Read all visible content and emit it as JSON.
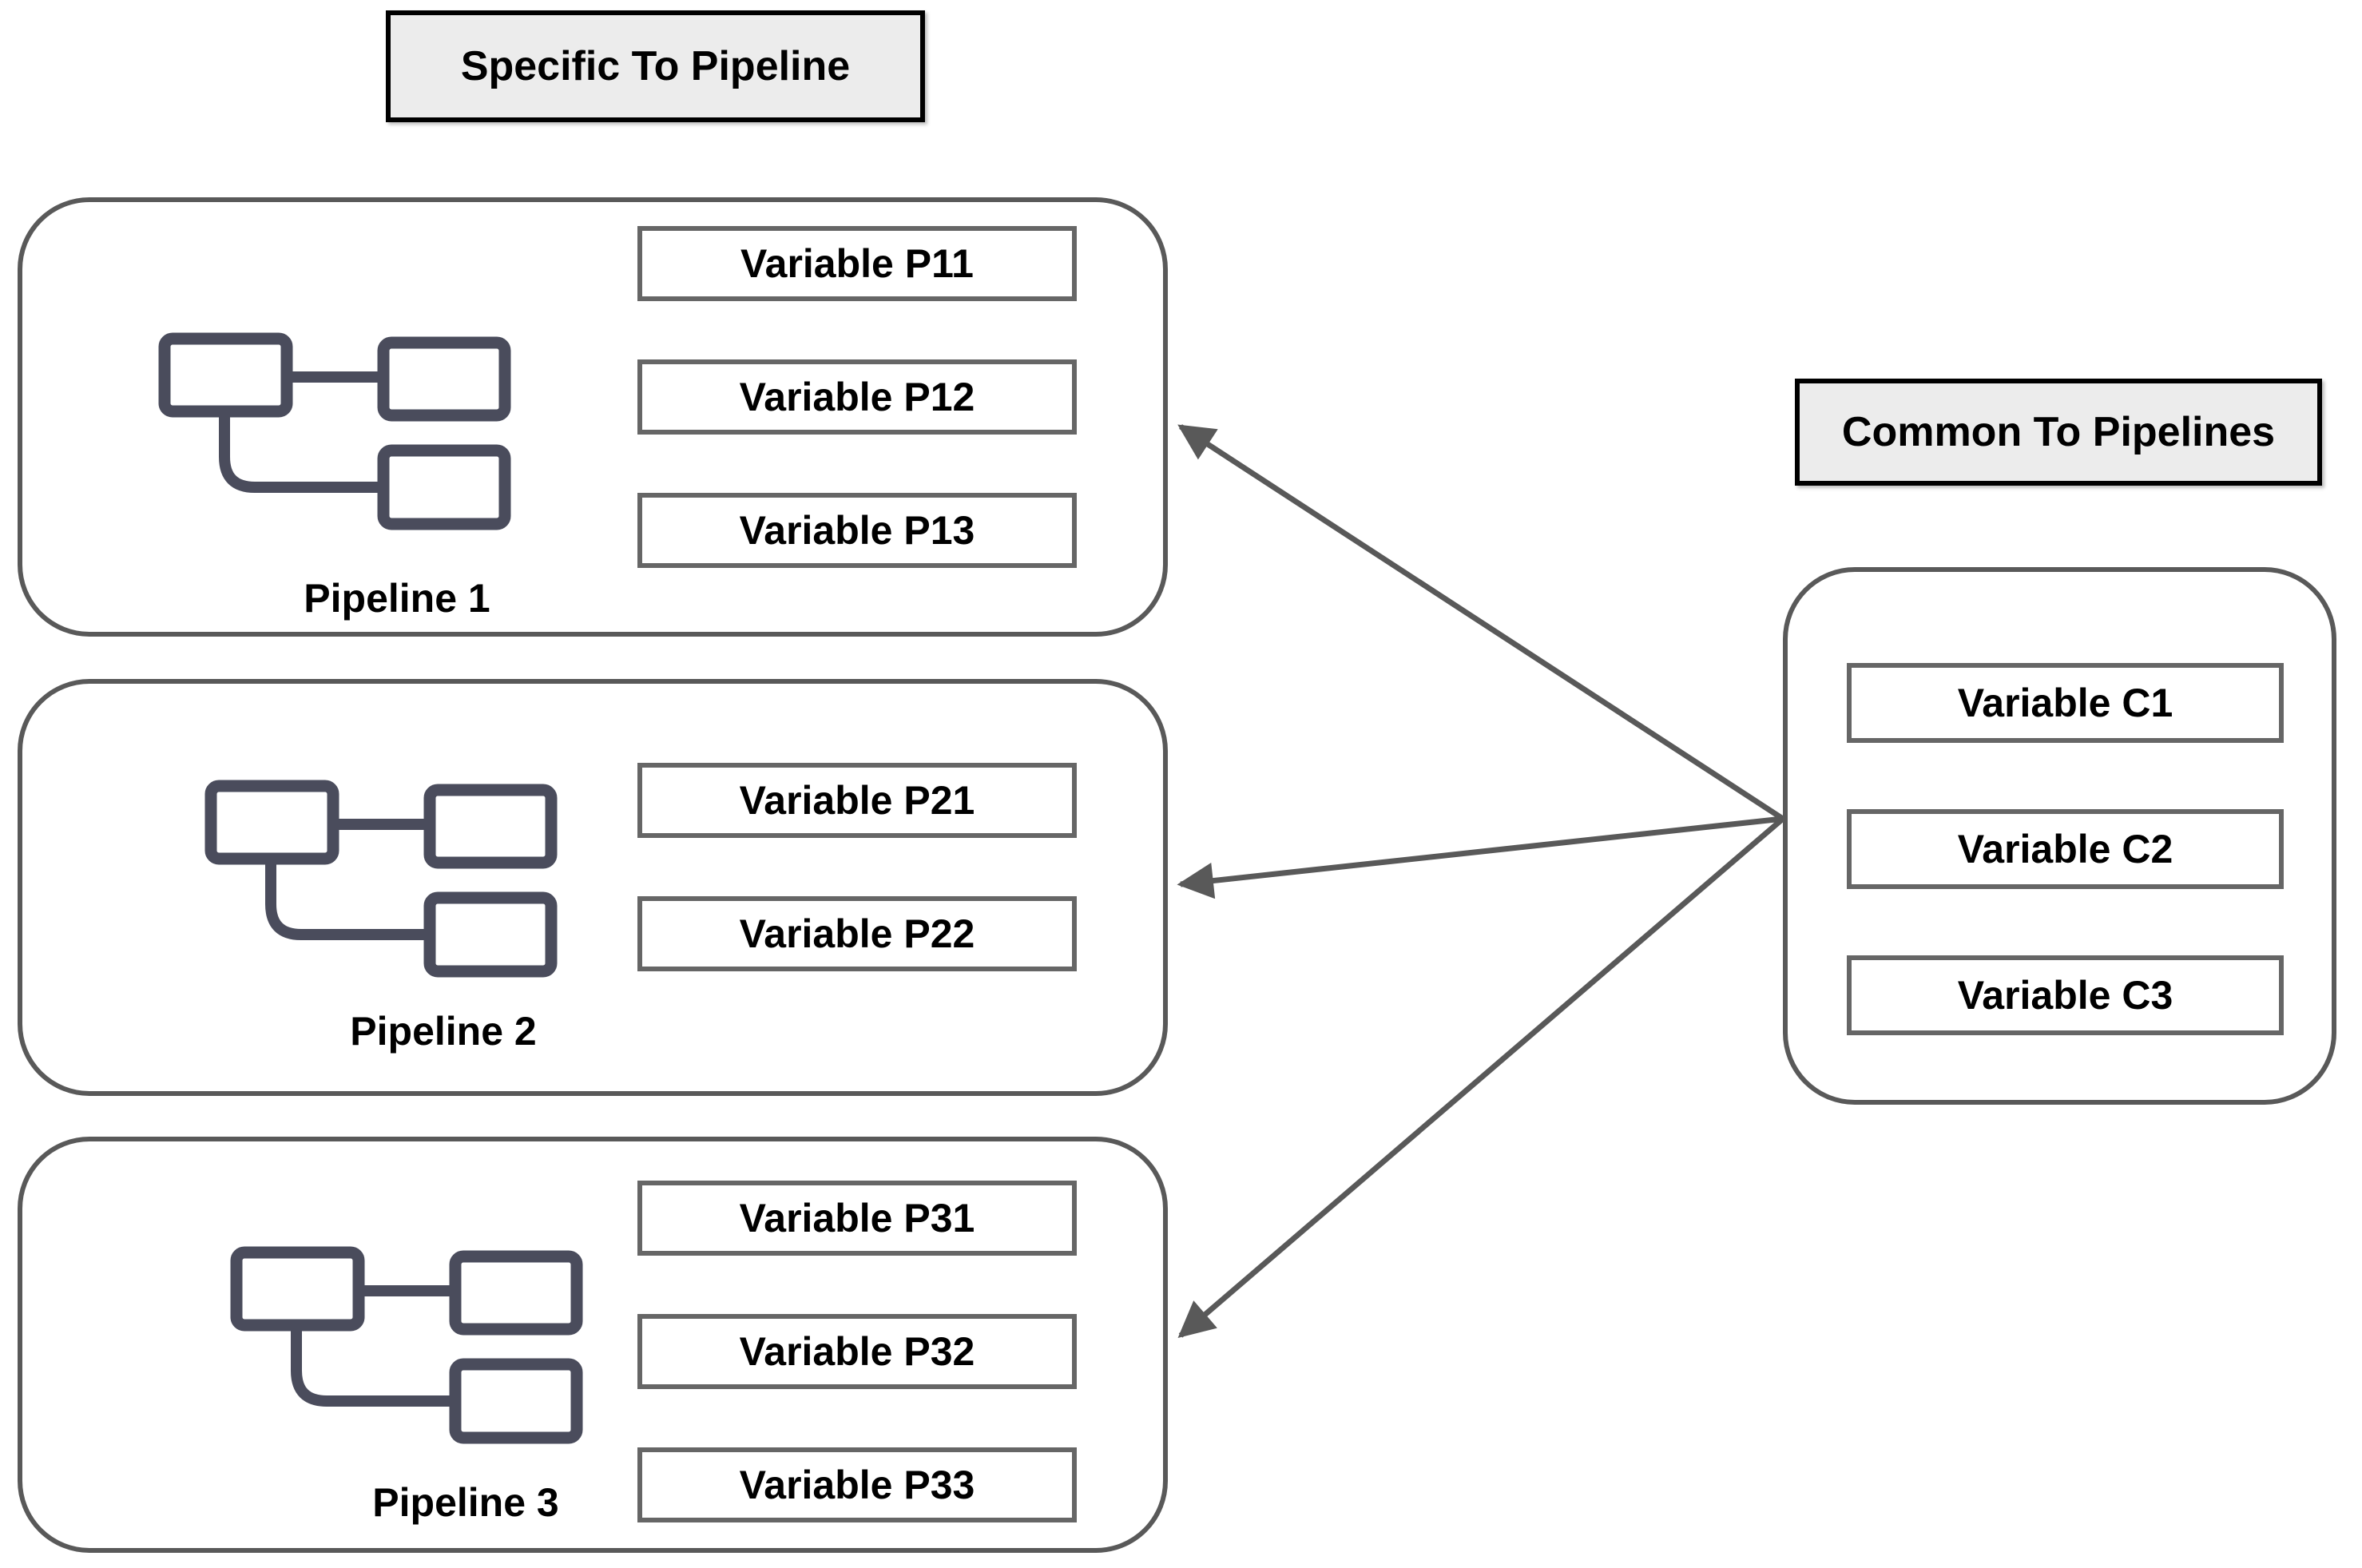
{
  "diagram": {
    "left_heading": "Specific To Pipeline",
    "right_heading": "Common To Pipelines",
    "pipelines": [
      {
        "label": "Pipeline 1",
        "variables": [
          "Variable P11",
          "Variable P12",
          "Variable P13"
        ]
      },
      {
        "label": "Pipeline 2",
        "variables": [
          "Variable P21",
          "Variable P22"
        ]
      },
      {
        "label": "Pipeline 3",
        "variables": [
          "Variable P31",
          "Variable P32",
          "Variable P33"
        ]
      }
    ],
    "common": {
      "variables": [
        "Variable C1",
        "Variable C2",
        "Variable C3"
      ]
    },
    "icons": [
      "pipeline-flow-icon",
      "pipeline-flow-icon",
      "pipeline-flow-icon"
    ],
    "colors": {
      "background": "#ffffff",
      "heading_fill": "#ececec",
      "heading_border": "#000000",
      "container_border": "#595959",
      "variable_border": "#666666",
      "arrow": "#595959",
      "icon_stroke": "#4a4c5c",
      "text": "#000000"
    }
  }
}
